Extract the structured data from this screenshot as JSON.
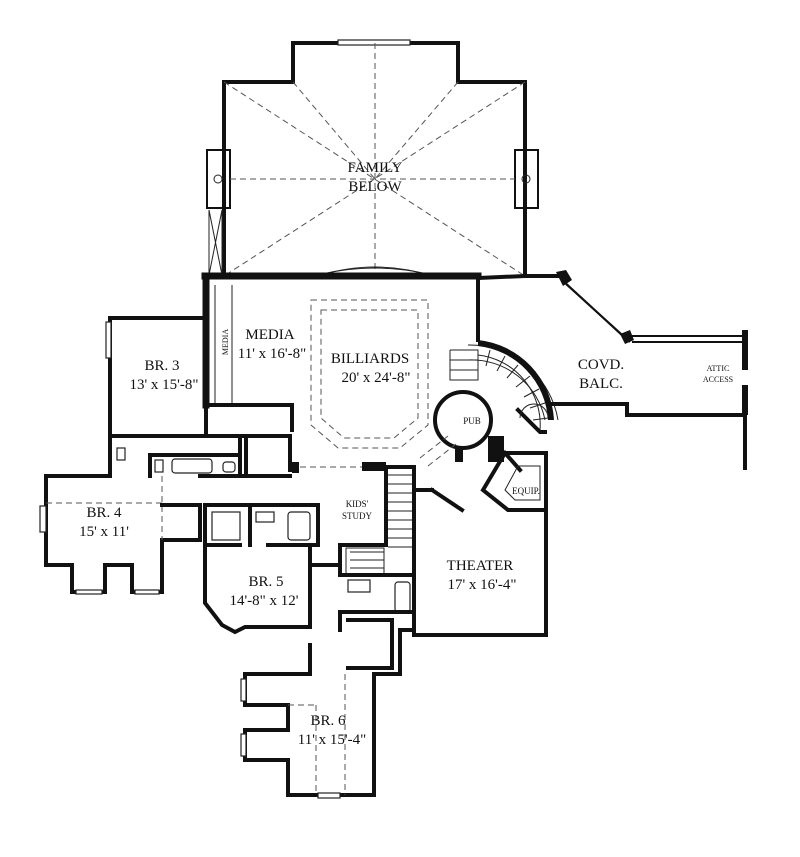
{
  "rooms": {
    "family": {
      "line1": "FAMILY",
      "line2": "BELOW"
    },
    "media": {
      "name": "MEDIA",
      "size": "11' x 16'-8\"",
      "wall_label": "MEDIA"
    },
    "billiards": {
      "name": "BILLIARDS",
      "size": "20' x 24'-8\""
    },
    "br3": {
      "name": "BR. 3",
      "size": "13' x 15'-8\""
    },
    "br4": {
      "name": "BR. 4",
      "size": "15' x 11'"
    },
    "br5": {
      "name": "BR. 5",
      "size": "14'-8\" x 12'"
    },
    "br6": {
      "name": "BR. 6",
      "size": "11' x 15'-4\""
    },
    "theater": {
      "name": "THEATER",
      "size": "17' x 16'-4\""
    },
    "balcony": {
      "line1": "COVD.",
      "line2": "BALC."
    },
    "attic": {
      "line1": "ATTIC",
      "line2": "ACCESS"
    },
    "kids_study": {
      "line1": "KIDS'",
      "line2": "STUDY"
    },
    "pub": {
      "name": "PUB"
    },
    "equip": {
      "name": "EQUIP."
    }
  },
  "colors": {
    "wall": "#111111",
    "background": "#ffffff",
    "dashed": "#555555"
  }
}
